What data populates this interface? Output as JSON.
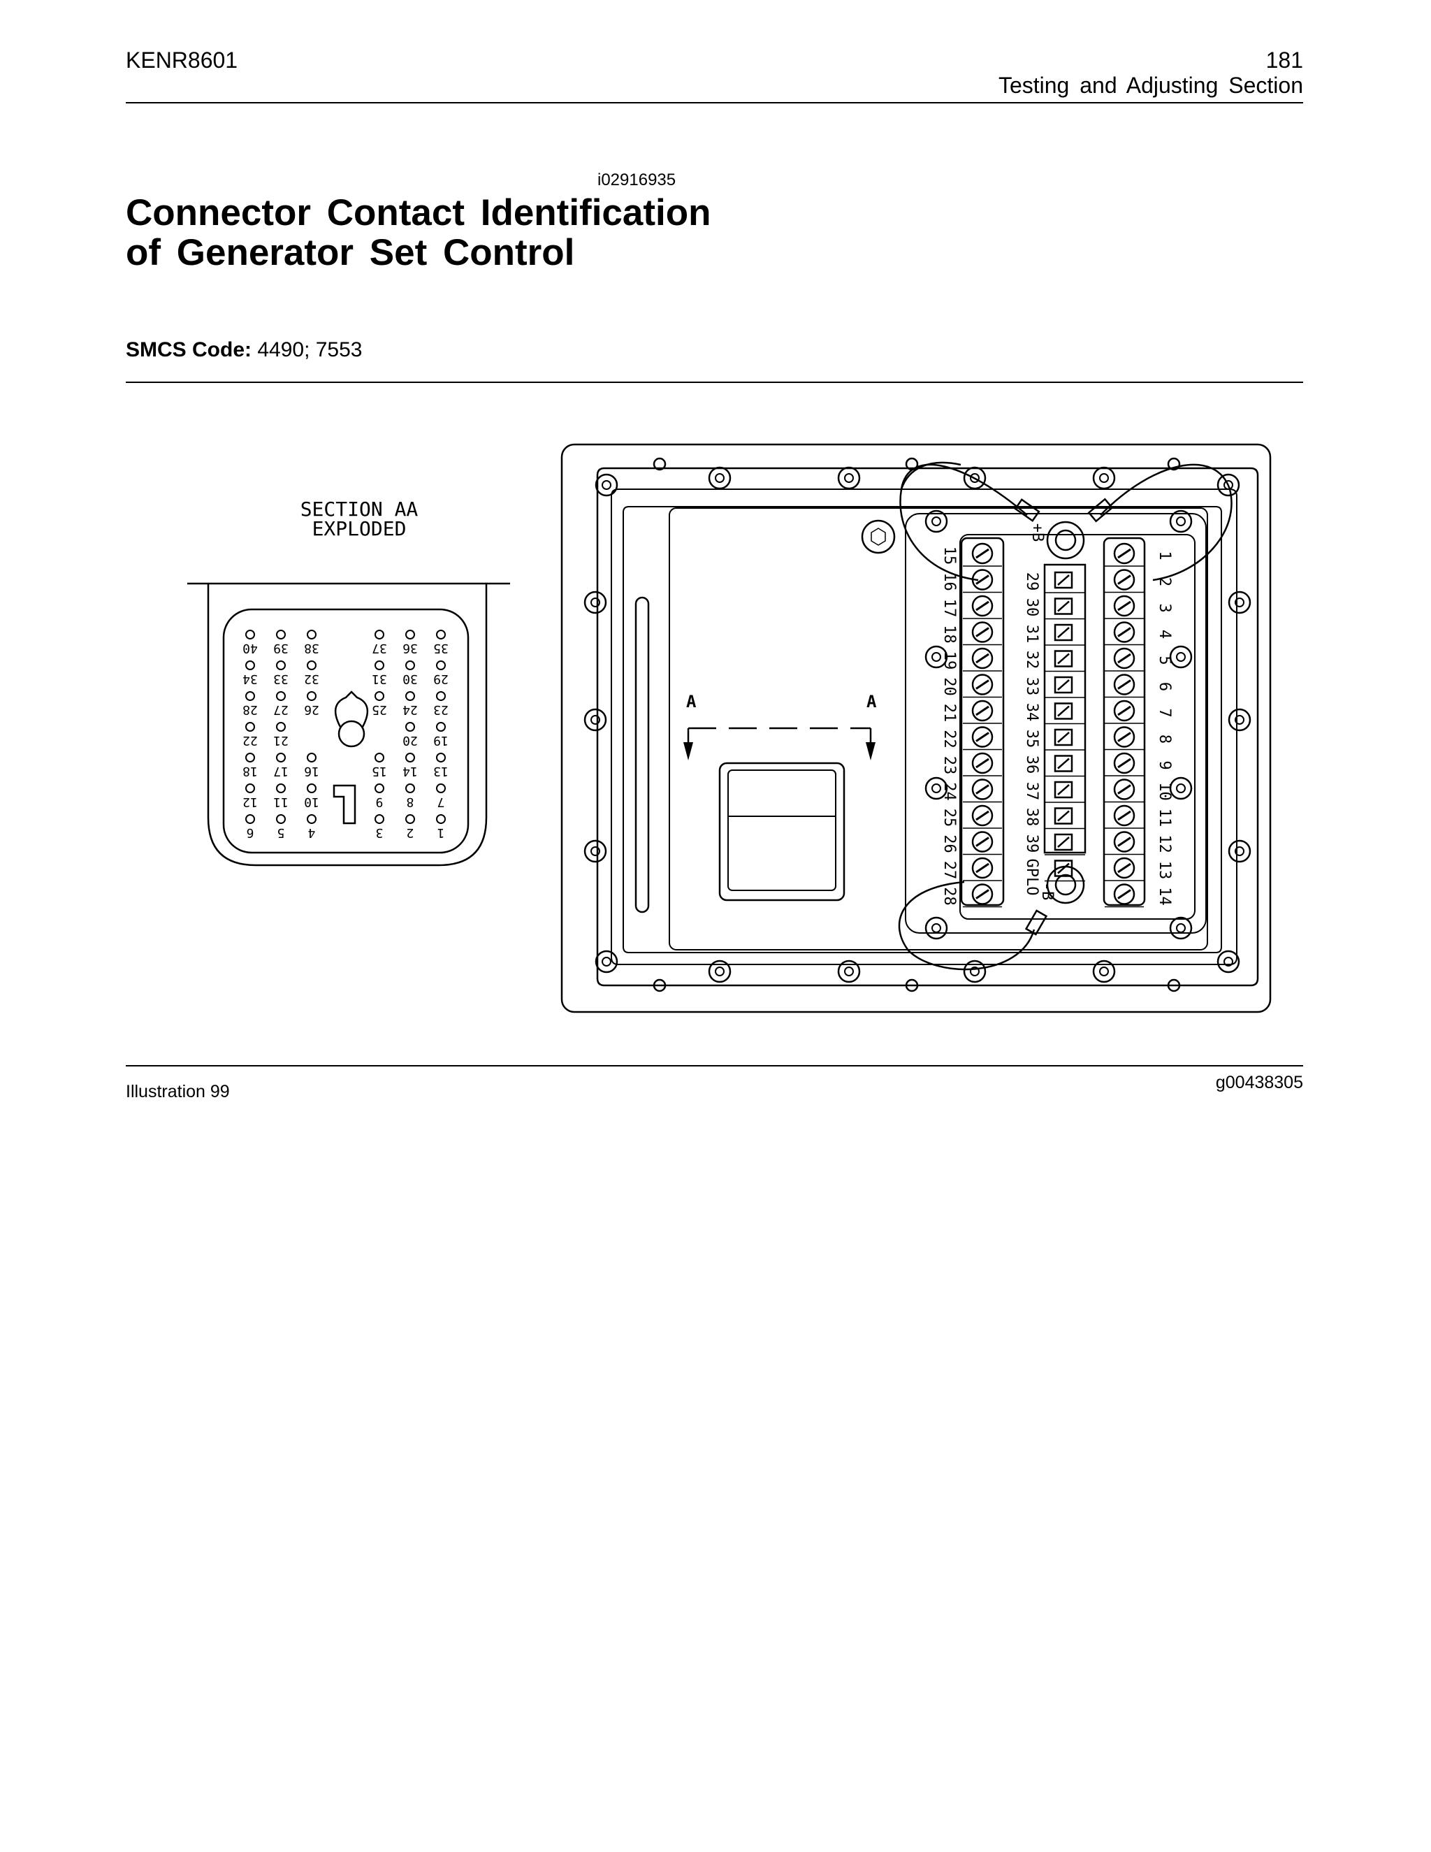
{
  "header": {
    "doc_id": "KENR8601",
    "page_number": "181",
    "section": "Testing and Adjusting Section"
  },
  "info_id": "i02916935",
  "title": "Connector Contact Identification of Generator Set Control",
  "smcs": {
    "label": "SMCS Code:",
    "value": "4490; 7553"
  },
  "figure": {
    "section_label_1": "SECTION AA",
    "section_label_2": "EXPLODED",
    "cut_label_left": "A",
    "cut_label_right": "A",
    "connector_pins": [
      [
        "40",
        "39",
        "38",
        "",
        "37",
        "36",
        "35"
      ],
      [
        "34",
        "33",
        "32",
        "",
        "31",
        "30",
        "29"
      ],
      [
        "28",
        "27",
        "26",
        "",
        "25",
        "24",
        "23"
      ],
      [
        "22",
        "21",
        "",
        "",
        "",
        "20",
        "19"
      ],
      [
        "18",
        "17",
        "16",
        "",
        "15",
        "14",
        "13"
      ],
      [
        "12",
        "11",
        "10",
        "",
        "9",
        "8",
        "7"
      ],
      [
        "6",
        "5",
        "4",
        "",
        "3",
        "2",
        "1"
      ]
    ],
    "terminal_left_labels": [
      "15",
      "16",
      "17",
      "18",
      "19",
      "20",
      "21",
      "22",
      "23",
      "24",
      "25",
      "26",
      "27",
      "28"
    ],
    "terminal_middle_labels": [
      "+B",
      "29",
      "30",
      "31",
      "32",
      "33",
      "34",
      "35",
      "36",
      "37",
      "38",
      "39",
      "GPLO",
      "-B"
    ],
    "terminal_right_labels": [
      "1",
      "2",
      "3",
      "4",
      "5",
      "6",
      "7",
      "8",
      "9",
      "10",
      "11",
      "12",
      "13",
      "14"
    ]
  },
  "caption": {
    "illustration": "Illustration 99",
    "graphic_id": "g00438305"
  }
}
